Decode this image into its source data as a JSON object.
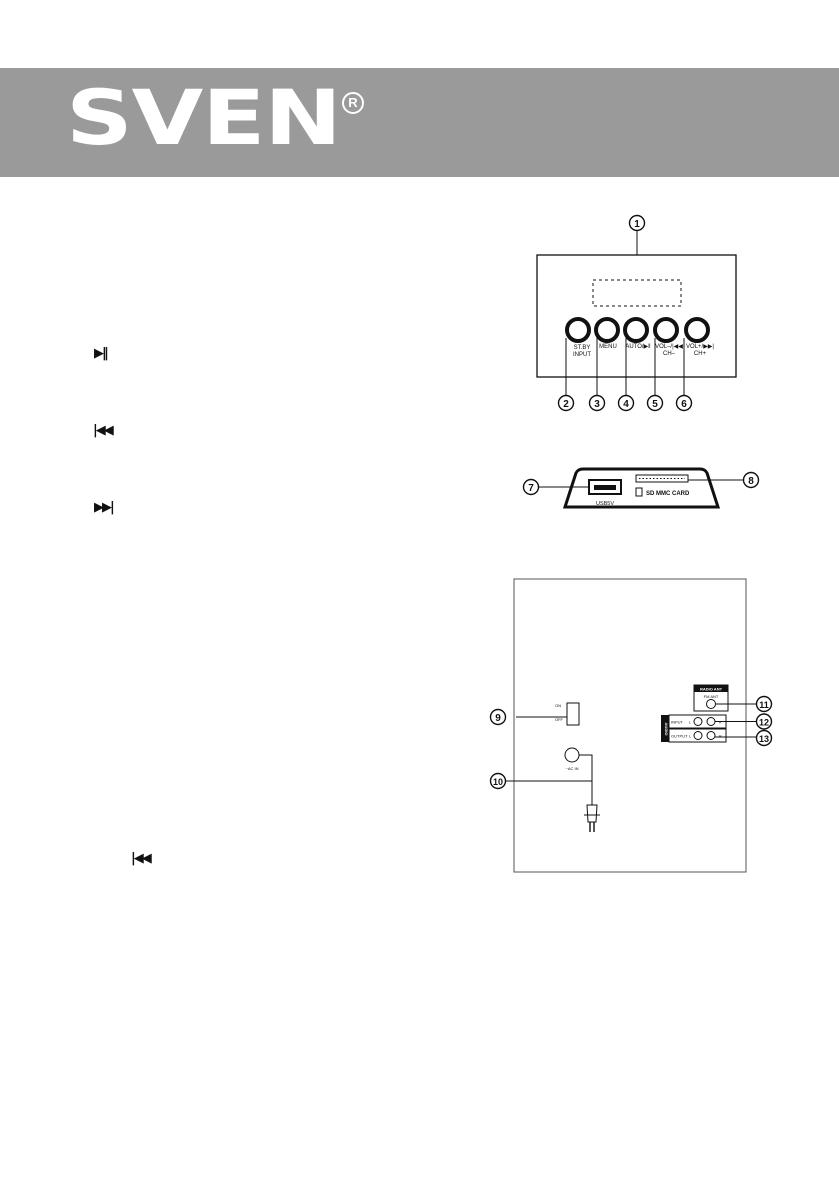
{
  "brand": {
    "logo_text": "SVEN",
    "registered_mark": "R"
  },
  "left_icons": {
    "play_pause": "▶‖",
    "prev": "|◀◀",
    "next": "▶▶|",
    "prev2": "|◀◀"
  },
  "front_panel": {
    "display_number": "1",
    "buttons": [
      {
        "label_line1": "ST.BY",
        "label_line2": "INPUT",
        "number": "2"
      },
      {
        "label_line1": "MENU",
        "label_line2": "",
        "number": "3"
      },
      {
        "label_line1": "AUTO/▶‖",
        "label_line2": "",
        "number": "4"
      },
      {
        "label_line1": "VOL–/|◀◀",
        "label_line2": "CH–",
        "number": "5"
      },
      {
        "label_line1": "VOL+/▶▶|",
        "label_line2": "CH+",
        "number": "6"
      }
    ]
  },
  "side_panel": {
    "usb_number": "7",
    "usb_label": "USB5V",
    "sd_number": "8",
    "sd_label": "SD MMC CARD"
  },
  "rear_panel": {
    "switch_number": "9",
    "switch_on": "ON",
    "switch_off": "OFF",
    "power_number": "10",
    "power_label": "~AC IN",
    "fm_number": "11",
    "fm_header": "RADIO ANT",
    "fm_label": "FM ANT",
    "input_number": "12",
    "input_label": "INPUT",
    "output_number": "13",
    "output_label": "OUTPUT",
    "audio_label": "AUDIO",
    "l_mark": "L",
    "r_mark": "R"
  }
}
